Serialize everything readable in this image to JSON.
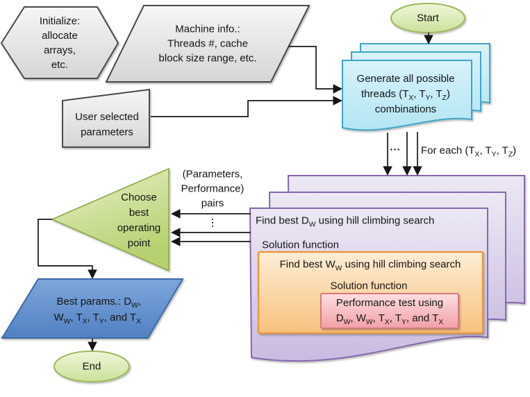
{
  "flowchart": {
    "nodes": {
      "start": {
        "shape": "oval",
        "label": "Start"
      },
      "initialize": {
        "shape": "hexagon",
        "lines": [
          "Initialize:",
          "allocate",
          "arrays,",
          "etc."
        ]
      },
      "machine_info": {
        "shape": "parallelogram",
        "lines": [
          "Machine info.:",
          "Threads #, cache",
          "block size range, etc."
        ]
      },
      "user_params": {
        "shape": "box",
        "lines": [
          "User selected",
          "parameters"
        ]
      },
      "generate_threads": {
        "shape": "stacked-documents",
        "lines": [
          "Generate all possible",
          "threads (T~X~, T~Y~, T~Z~)",
          "combinations"
        ]
      },
      "iteration_docs": {
        "shape": "stacked-documents",
        "find_dw": "Find best D~W~ using hill climbing search",
        "solution_function_outer": "Solution function",
        "find_ww": "Find best W~W~ using hill climbing search",
        "solution_function_inner": "Solution function",
        "performance_test": {
          "lines": [
            "Performance test using",
            "D~W~, W~W~, T~X~, T~Y~, and T~X~"
          ]
        }
      },
      "choose_best": {
        "shape": "triangle",
        "lines": [
          "Choose",
          "best",
          "operating",
          "point"
        ]
      },
      "best_params": {
        "shape": "parallelogram",
        "lines": [
          "Best params.: D~W~,",
          "W~W~, T~X~, T~Y~, and T~X~"
        ]
      },
      "end": {
        "shape": "oval",
        "label": "End"
      }
    },
    "edge_labels": {
      "for_each": "For each (T~X~, T~Y~, T~Z~)",
      "hdots": "...",
      "vdots": "⋮",
      "pairs": {
        "lines": [
          "(Parameters,",
          "Performance)",
          "pairs"
        ]
      }
    },
    "colors": {
      "gray_fill_top": "#f6f6f6",
      "gray_fill_bottom": "#d5d5d5",
      "gray_border": "#4a4a4a",
      "green_fill_top": "#eff6d8",
      "green_fill_bottom": "#cbe19c",
      "green_border": "#9cba59",
      "cyan_fill_top": "#d8f2fa",
      "cyan_fill_bottom": "#b2e6f3",
      "cyan_border": "#41a5c8",
      "purple_fill_top": "#ece8f4",
      "purple_fill_bottom": "#c9bbe1",
      "purple_border": "#8568ab",
      "orange_fill_top": "#fdeed6",
      "orange_fill_bottom": "#f8c17d",
      "orange_border": "#e9993f",
      "pink_fill_top": "#fcdfe1",
      "pink_fill_bottom": "#f1a0a6",
      "pink_border": "#d4797f",
      "blue_fill_top": "#7da6db",
      "blue_fill_bottom": "#5180c2",
      "blue_border": "#3e6ba6",
      "triangle_fill_top": "#e8f0c8",
      "triangle_fill_bottom": "#b5d170",
      "triangle_border": "#8ca844",
      "connector": "#161616"
    }
  }
}
